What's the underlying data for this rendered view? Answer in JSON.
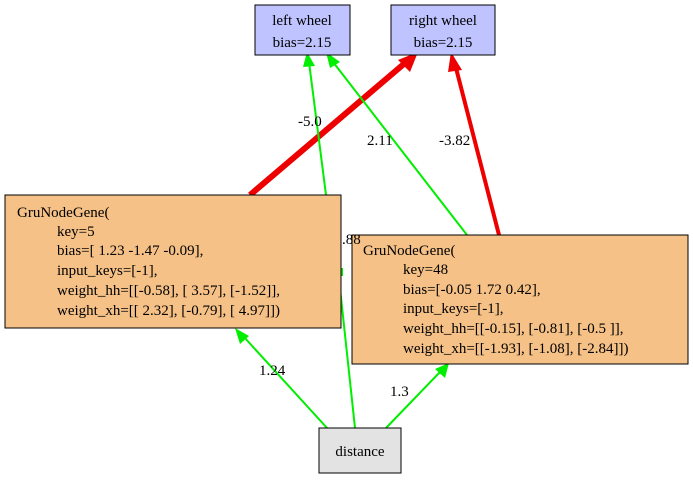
{
  "colors": {
    "output_fill": "#bfc3ff",
    "gene_fill": "#f5c187",
    "input_fill": "#e3e3e3",
    "positive_edge": "#00ee00",
    "negative_edge": "#ee0000",
    "border": "#000000"
  },
  "nodes": {
    "left_wheel": {
      "lines": [
        "left wheel",
        "bias=2.15"
      ]
    },
    "right_wheel": {
      "lines": [
        "right wheel",
        "bias=2.15"
      ]
    },
    "gru_5": {
      "lines": [
        "GruNodeGene(",
        "key=5",
        "bias=[ 1.23 -1.47 -0.09],",
        "input_keys=[-1],",
        "weight_hh=[[-0.58], [ 3.57], [-1.52]],",
        "weight_xh=[[ 2.32], [-0.79], [ 4.97]])"
      ]
    },
    "gru_48": {
      "lines": [
        "GruNodeGene(",
        "key=48",
        "bias=[-0.05  1.72  0.42],",
        "input_keys=[-1],",
        "weight_hh=[[-0.15], [-0.81], [-0.5 ]],",
        "weight_xh=[[-1.93], [-1.08], [-2.84]])"
      ]
    },
    "distance": {
      "lines": [
        "distance"
      ]
    }
  },
  "edges": [
    {
      "id": "e-gru5-left",
      "label": "-5.0"
    },
    {
      "id": "e-gru48-left",
      "label": "2.11"
    },
    {
      "id": "e-gru48-right",
      "label": "-3.82"
    },
    {
      "id": "e-dist-left",
      "label": ".88"
    },
    {
      "id": "e-dist-gru5",
      "label": "1.24"
    },
    {
      "id": "e-dist-gru48",
      "label": "1.3"
    }
  ]
}
